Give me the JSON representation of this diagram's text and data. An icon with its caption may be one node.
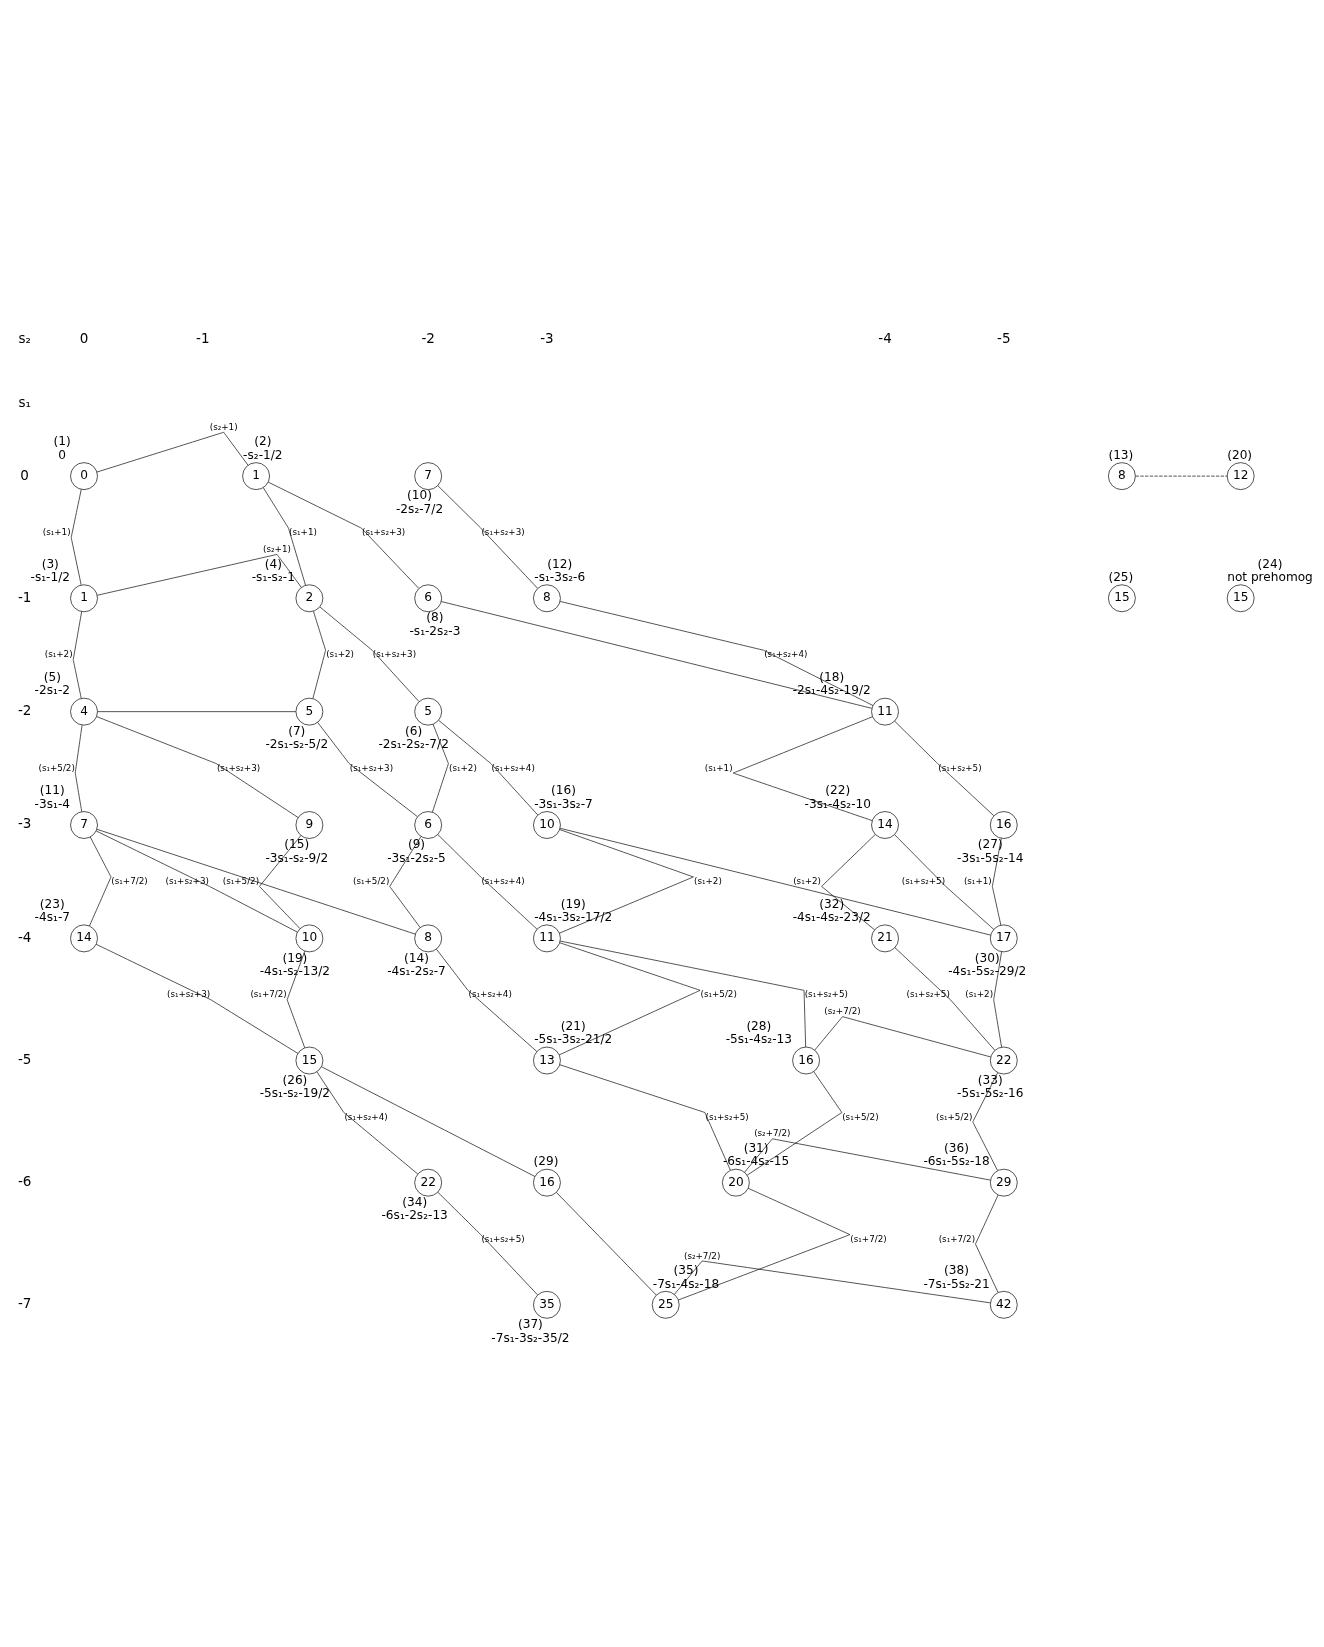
{
  "diagram": {
    "nodes": [
      {
        "text": [
          "0"
        ],
        "beside": [
          "(1)",
          "0"
        ]
      },
      {
        "text": [
          "1"
        ],
        "beside": [
          "(2)",
          "-s₂-1/2"
        ]
      },
      {
        "text": [
          "7"
        ],
        "beside": [
          "(10)",
          "-2s₂-7/2"
        ]
      },
      {
        "text": [
          "8"
        ],
        "beside": [
          "(13)"
        ]
      },
      {
        "text": [
          "12"
        ],
        "beside": [
          "(20)"
        ]
      },
      {
        "text": [
          "1"
        ],
        "beside": [
          "(3)",
          "-s₁-1/2"
        ]
      },
      {
        "text": [
          "2"
        ],
        "beside": [
          "(4)",
          "-s₁-s₂-1"
        ]
      },
      {
        "text": [
          "6"
        ],
        "beside": [
          "(8)",
          "-s₁-2s₂-3"
        ]
      },
      {
        "text": [
          "8"
        ],
        "beside": [
          "(12)",
          "-s₁-3s₂-6"
        ]
      },
      {
        "text": [
          "15"
        ],
        "beside": [
          "(25)"
        ]
      },
      {
        "text": [
          "15"
        ],
        "beside": [
          "(24)",
          "not prehomog"
        ]
      },
      {
        "text": [
          "4"
        ],
        "beside": [
          "(5)",
          "-2s₁-2"
        ]
      },
      {
        "text": [
          "5"
        ],
        "beside": [
          "(7)",
          "-2s₁-s₂-5/2"
        ]
      },
      {
        "text": [
          "5"
        ],
        "beside": [
          "(6)",
          "-2s₁-2s₂-7/2"
        ]
      },
      {
        "text": [
          "11"
        ],
        "beside": [
          "(18)",
          "-2s₁-4s₂-19/2"
        ]
      },
      {
        "text": [
          "7"
        ],
        "beside": [
          "(11)",
          "-3s₁-4"
        ]
      },
      {
        "text": [
          "9"
        ],
        "beside": [
          "(15)",
          "-3s₁-s₂-9/2"
        ]
      },
      {
        "text": [
          "6"
        ],
        "beside": [
          "(9)",
          "-3s₁-2s₂-5"
        ]
      },
      {
        "text": [
          "10"
        ],
        "beside": [
          "(16)",
          "-3s₁-3s₂-7"
        ]
      },
      {
        "text": [
          "14"
        ],
        "beside": [
          "(22)",
          "-3s₁-4s₂-10"
        ]
      },
      {
        "text": [
          "16"
        ],
        "beside": [
          "(27)",
          "-3s₁-5s₂-14"
        ]
      },
      {
        "text": [
          "14"
        ],
        "beside": [
          "(23)",
          "-4s₁-7"
        ]
      },
      {
        "text": [
          "10"
        ],
        "beside": [
          "(19)",
          "-4s₁-s₂-13/2"
        ]
      },
      {
        "text": [
          "8"
        ],
        "beside": [
          "(14)",
          "-4s₁-2s₂-7"
        ]
      },
      {
        "text": [
          "11"
        ],
        "beside": [
          "(19)",
          "-4s₁-3s₂-17/2"
        ]
      },
      {
        "text": [
          "21"
        ],
        "beside": [
          "(32)",
          "-4s₁-4s₂-23/2"
        ]
      },
      {
        "text": [
          "17"
        ],
        "beside": [
          "(30)",
          "-4s₁-5s₂-29/2"
        ]
      },
      {
        "text": [
          "15"
        ],
        "beside": [
          "(26)",
          "-5s₁-s₂-19/2"
        ]
      },
      {
        "text": [
          "13"
        ],
        "beside": [
          "(21)",
          "-5s₁-3s₂-21/2"
        ]
      },
      {
        "text": [
          "16"
        ],
        "beside": [
          "(28)",
          "-5s₁-4s₂-13"
        ]
      },
      {
        "text": [
          "22"
        ],
        "beside": [
          "(33)",
          "-5s₁-5s₂-16"
        ]
      },
      {
        "text": [
          "22"
        ],
        "beside": [
          "(34)",
          "-6s₁-2s₂-13"
        ]
      },
      {
        "text": [
          "16"
        ],
        "beside": [
          "(29)"
        ]
      },
      {
        "text": [
          "20"
        ],
        "beside": [
          "(31)",
          "-6s₁-4s₂-15"
        ]
      },
      {
        "text": [
          "29"
        ],
        "beside": [
          "(36)",
          "-6s₁-5s₂-18"
        ]
      },
      {
        "text": [
          "35"
        ],
        "beside": [
          "(37)",
          "-7s₁-3s₂-35/2"
        ]
      },
      {
        "text": [
          "25"
        ],
        "beside": [
          "(35)",
          "-7s₁-4s₂-18"
        ]
      },
      {
        "text": [
          "42"
        ],
        "beside": [
          "(38)",
          "-7s₁-5s₂-21"
        ]
      }
    ],
    "edges": [
      {
        "from": 0,
        "to": 1,
        "arrow": "none",
        "label": "(s₂+1)"
      },
      {
        "from": 0,
        "to": 5,
        "arrow": "none",
        "label": "(s₁+1)"
      },
      {
        "from": 1,
        "to": 6,
        "arrow": "none",
        "label": "(s₁+1)"
      },
      {
        "from": 1,
        "to": 7,
        "arrow": "none",
        "label": "(s₁+s₂+3)"
      },
      {
        "from": 2,
        "to": 8,
        "arrow": "none",
        "label": "(s₁+s₂+3)"
      },
      {
        "from": 3,
        "to": 4,
        "arrow": "none",
        "style": "dashed"
      },
      {
        "from": 5,
        "to": 6,
        "arrow": "none",
        "label": "(s₂+1)"
      },
      {
        "from": 5,
        "to": 11,
        "arrow": "none",
        "label": "(s₁+2)"
      },
      {
        "from": 6,
        "to": 12,
        "arrow": "none",
        "label": "(s₁+2)"
      },
      {
        "from": 6,
        "to": 13,
        "arrow": "none",
        "label": "(s₁+s₂+3)"
      },
      {
        "from": 7,
        "to": 14,
        "arrow": "none"
      },
      {
        "from": 8,
        "to": 14,
        "arrow": "none",
        "label": "(s₁+s₂+4)"
      },
      {
        "from": 11,
        "to": 12,
        "arrow": "none"
      },
      {
        "from": 11,
        "to": 15,
        "arrow": "none",
        "label": "(s₁+5/2)"
      },
      {
        "from": 11,
        "to": 16,
        "arrow": "none",
        "label": "(s₁+s₂+3)"
      },
      {
        "from": 12,
        "to": 17,
        "arrow": "none",
        "label": "(s₁+s₂+3)"
      },
      {
        "from": 13,
        "to": 17,
        "arrow": "none",
        "label": "(s₁+2)"
      },
      {
        "from": 13,
        "to": 18,
        "arrow": "none",
        "label": "(s₁+s₂+4)"
      },
      {
        "from": 14,
        "to": 19,
        "arrow": "none",
        "label": "(s₁+1)"
      },
      {
        "from": 14,
        "to": 20,
        "arrow": "none",
        "label": "(s₁+s₂+5)"
      },
      {
        "from": 15,
        "to": 21,
        "arrow": "none",
        "label": "(s₁+7/2)"
      },
      {
        "from": 15,
        "to": 22,
        "arrow": "none",
        "label": "(s₁+s₂+3)"
      },
      {
        "from": 15,
        "to": 23,
        "arrow": "none"
      },
      {
        "from": 16,
        "to": 22,
        "arrow": "none",
        "label": "(s₁+5/2)"
      },
      {
        "from": 17,
        "to": 23,
        "arrow": "none",
        "label": "(s₁+5/2)"
      },
      {
        "from": 17,
        "to": 24,
        "arrow": "none",
        "label": "(s₁+s₂+4)"
      },
      {
        "from": 18,
        "to": 24,
        "arrow": "none",
        "label": "(s₁+2)"
      },
      {
        "from": 18,
        "to": 26,
        "arrow": "none"
      },
      {
        "from": 19,
        "to": 25,
        "arrow": "none",
        "label": "(s₁+2)"
      },
      {
        "from": 19,
        "to": 26,
        "arrow": "none",
        "label": "(s₁+s₂+5)"
      },
      {
        "from": 20,
        "to": 26,
        "arrow": "none",
        "label": "(s₁+1)"
      },
      {
        "from": 21,
        "to": 27,
        "arrow": "none",
        "label": "(s₁+s₂+3)"
      },
      {
        "from": 22,
        "to": 27,
        "arrow": "none",
        "label": "(s₁+7/2)"
      },
      {
        "from": 23,
        "to": 28,
        "arrow": "none",
        "label": "(s₁+s₂+4)"
      },
      {
        "from": 24,
        "to": 28,
        "arrow": "none",
        "label": "(s₁+5/2)"
      },
      {
        "from": 24,
        "to": 29,
        "arrow": "none",
        "label": "(s₁+s₂+5)"
      },
      {
        "from": 25,
        "to": 30,
        "arrow": "none",
        "label": "(s₁+s₂+5)"
      },
      {
        "from": 26,
        "to": 30,
        "arrow": "none",
        "label": "(s₁+2)"
      },
      {
        "from": 27,
        "to": 31,
        "arrow": "none",
        "label": "(s₁+s₂+4)"
      },
      {
        "from": 27,
        "to": 32,
        "arrow": "none"
      },
      {
        "from": 28,
        "to": 33,
        "arrow": "none",
        "label": "(s₁+s₂+5)"
      },
      {
        "from": 29,
        "to": 30,
        "arrow": "none",
        "label": "(s₂+7/2)"
      },
      {
        "from": 29,
        "to": 33,
        "arrow": "none",
        "label": "(s₁+5/2)"
      },
      {
        "from": 30,
        "to": 34,
        "arrow": "none",
        "label": "(s₁+5/2)"
      },
      {
        "from": 31,
        "to": 35,
        "arrow": "none",
        "label": "(s₁+s₂+5)"
      },
      {
        "from": 32,
        "to": 36,
        "arrow": "none"
      },
      {
        "from": 33,
        "to": 34,
        "arrow": "none",
        "label": "(s₂+7/2)"
      },
      {
        "from": 33,
        "to": 36,
        "arrow": "none",
        "label": "(s₁+7/2)"
      },
      {
        "from": 34,
        "to": 37,
        "arrow": "none",
        "label": "(s₁+7/2)"
      },
      {
        "from": 36,
        "to": 37,
        "arrow": "none",
        "label": "(s₂+7/2)"
      }
    ],
    "labels": [
      "s₂",
      "s₁",
      "0",
      "-1",
      "-2",
      "-3",
      "-4",
      "-5",
      "0",
      "-1",
      "-2",
      "-3",
      "-4",
      "-5",
      "-6",
      "-7"
    ]
  }
}
